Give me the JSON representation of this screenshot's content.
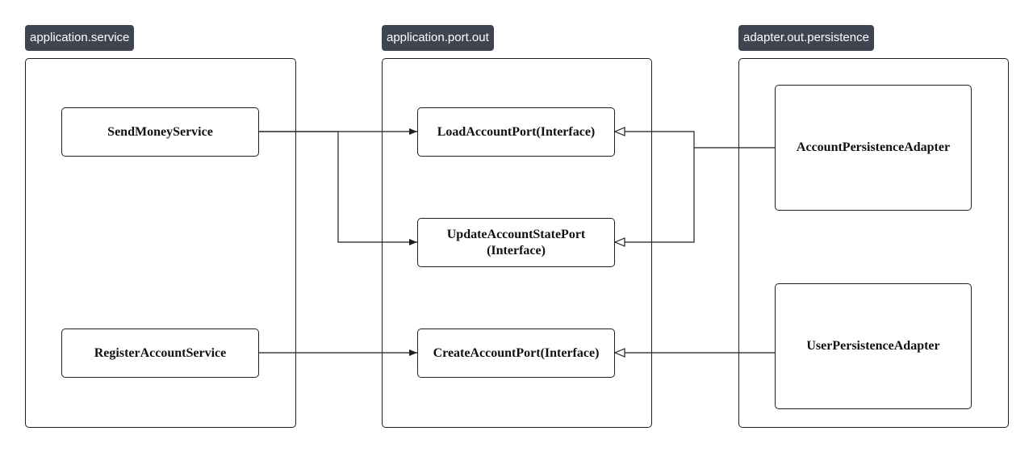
{
  "packages": {
    "service": {
      "label": "application.service"
    },
    "port_out": {
      "label": "application.port.out"
    },
    "persistence": {
      "label": "adapter.out.persistence"
    }
  },
  "nodes": {
    "send_money_service": {
      "label": "SendMoneyService"
    },
    "register_account_service": {
      "label": "RegisterAccountService"
    },
    "load_account_port": {
      "label": "LoadAccountPort(Interface)"
    },
    "update_account_state_port": {
      "line1": "UpdateAccountStatePort",
      "line2": "(Interface)"
    },
    "create_account_port": {
      "label": "CreateAccountPort(Interface)"
    },
    "account_persistence_adapter": {
      "label": "AccountPersistenceAdapter"
    },
    "user_persistence_adapter": {
      "label": "UserPersistenceAdapter"
    }
  },
  "edges": [
    {
      "from": "send_money_service",
      "to": "load_account_port",
      "kind": "uses"
    },
    {
      "from": "send_money_service",
      "to": "update_account_state_port",
      "kind": "uses"
    },
    {
      "from": "register_account_service",
      "to": "create_account_port",
      "kind": "uses"
    },
    {
      "from": "account_persistence_adapter",
      "to": "load_account_port",
      "kind": "implements"
    },
    {
      "from": "account_persistence_adapter",
      "to": "update_account_state_port",
      "kind": "implements"
    },
    {
      "from": "user_persistence_adapter",
      "to": "create_account_port",
      "kind": "implements"
    }
  ],
  "colors": {
    "label_bg": "#3f4550",
    "line": "#1f1f1f"
  }
}
